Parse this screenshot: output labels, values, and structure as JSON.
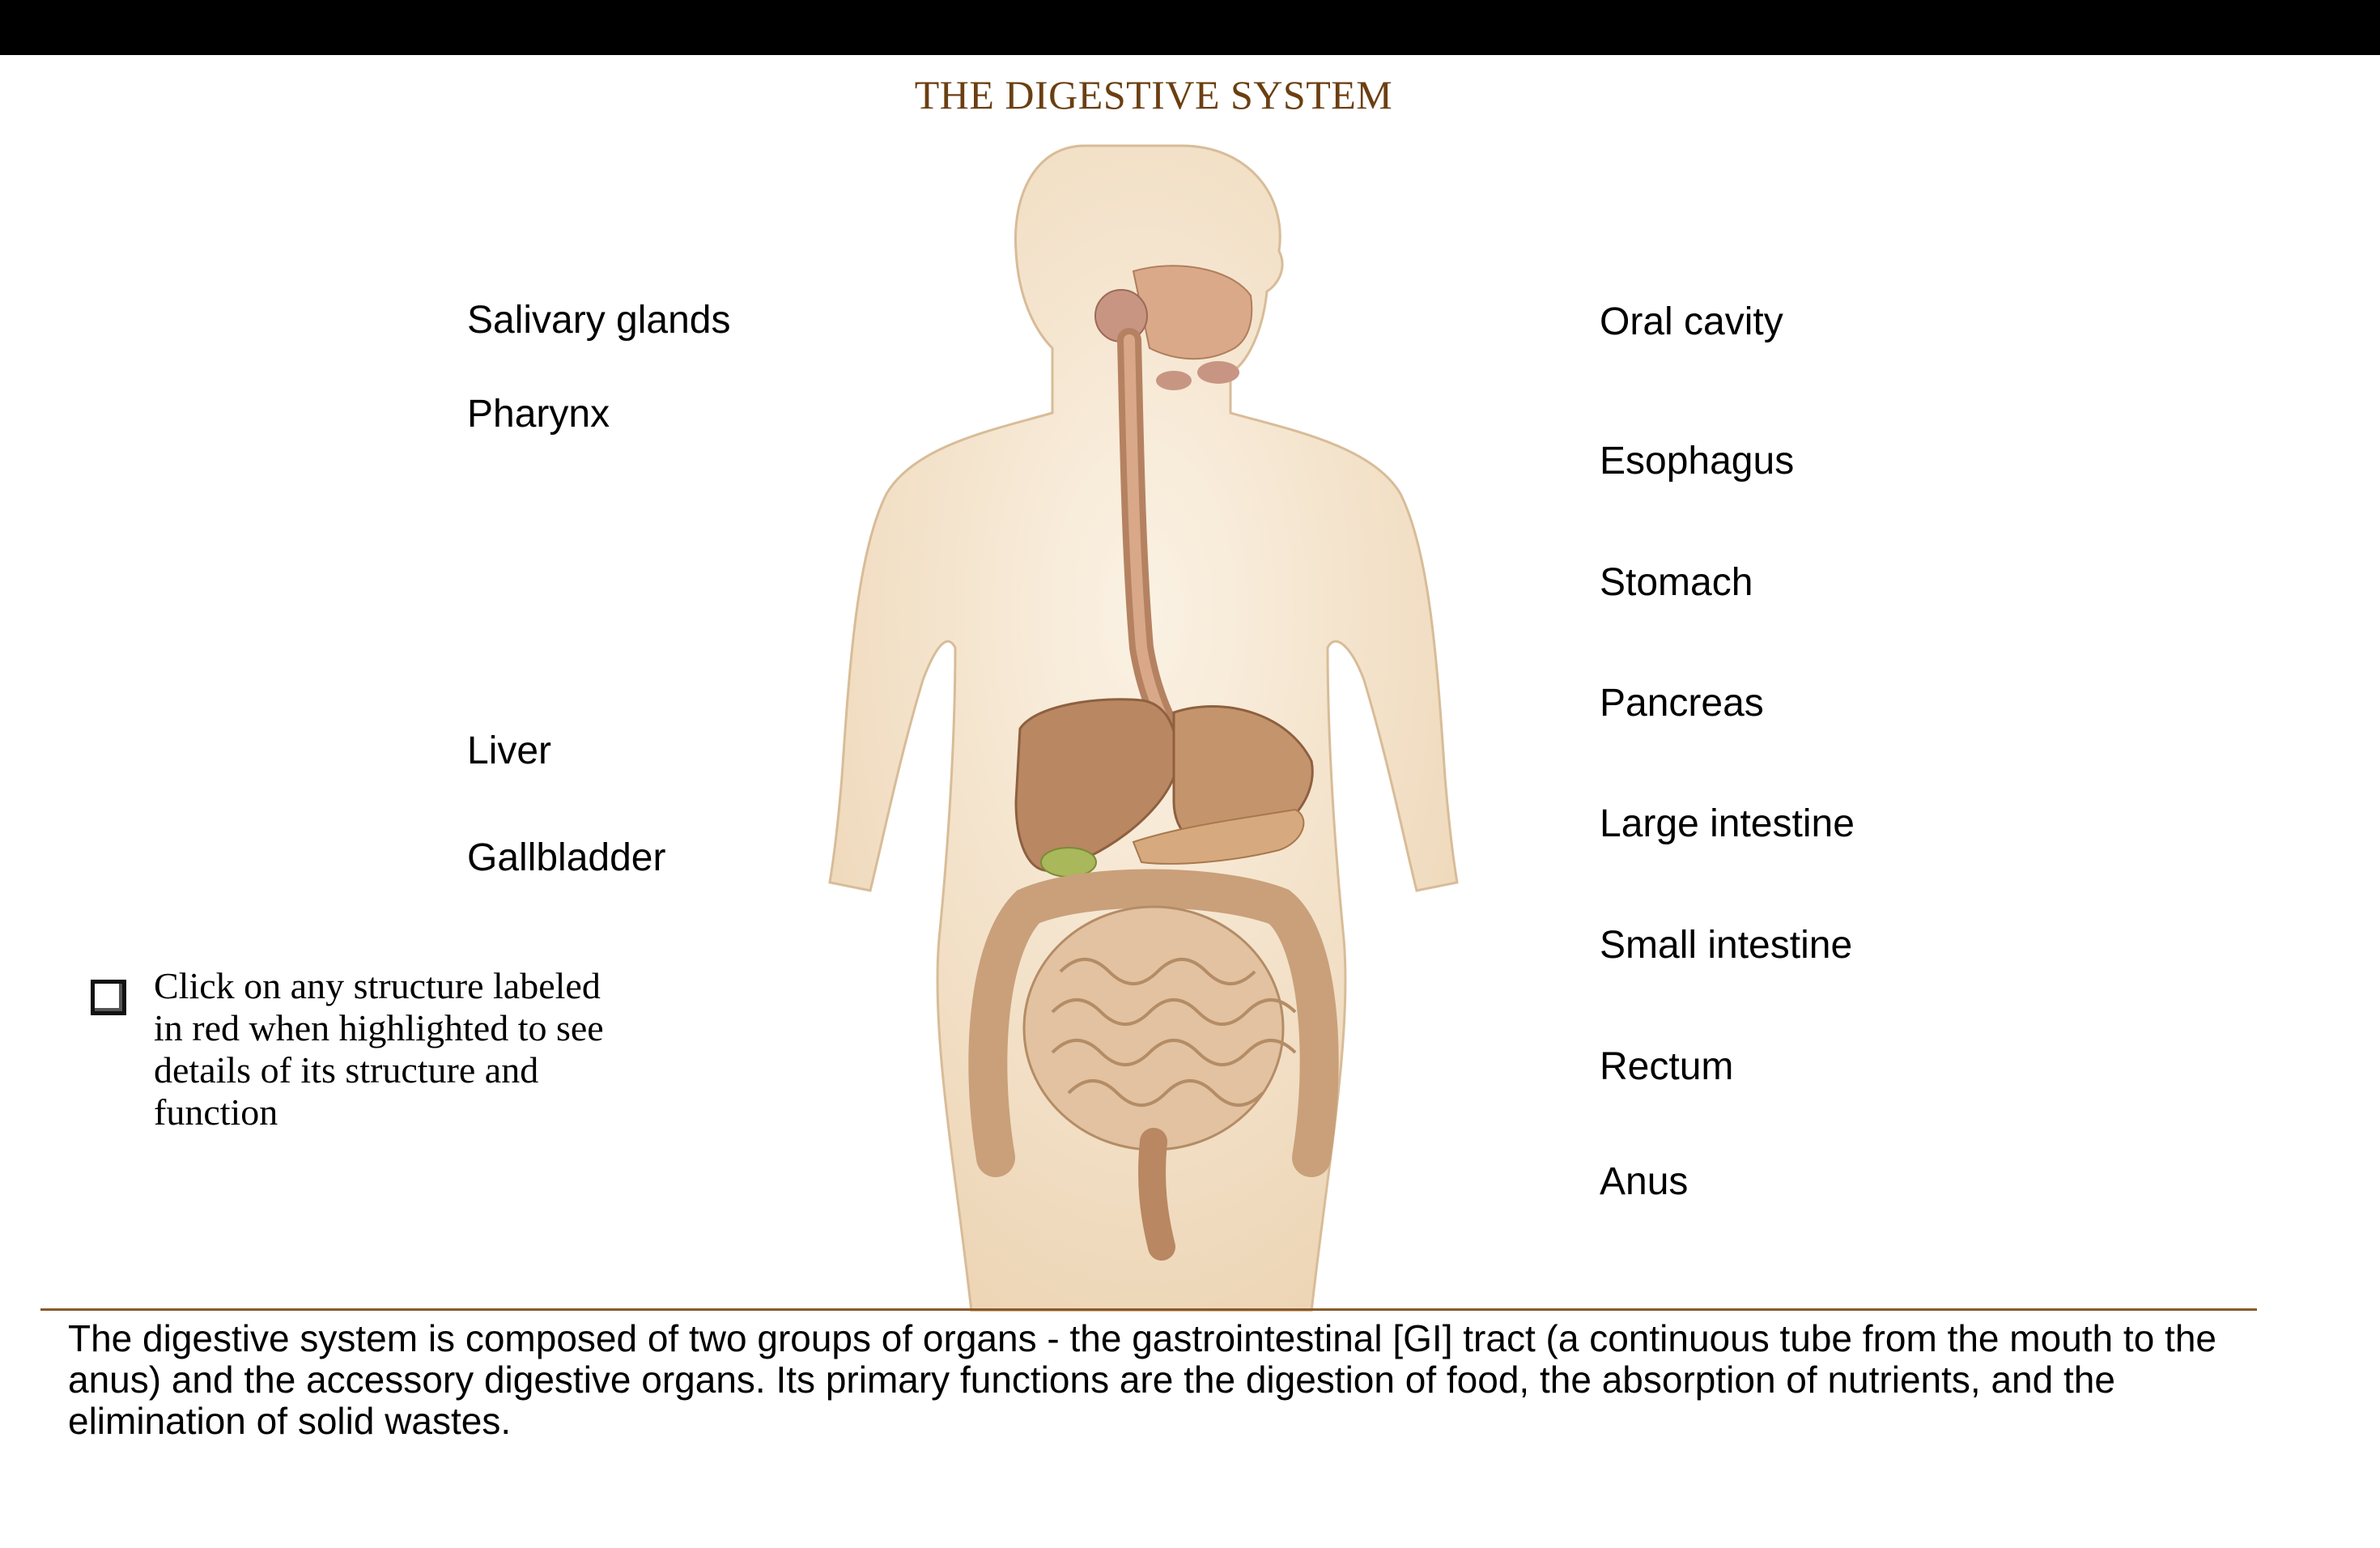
{
  "title": "THE DIGESTIVE SYSTEM",
  "labels_left": [
    "Salivary glands",
    "Pharynx",
    "Liver",
    "Gallbladder"
  ],
  "labels_right": [
    "Oral cavity",
    "Esophagus",
    "Stomach",
    "Pancreas",
    "Large intestine",
    "Small intestine",
    "Rectum",
    "Anus"
  ],
  "note": "Click on any structure labeled in red when highlighted to see details of its structure and function",
  "description": "The digestive system is composed of two groups of organs - the gastrointestinal [GI] tract (a continuous tube from the mouth to the anus) and the accessory digestive organs. Its primary functions are the digestion of food, the absorption of nutrients, and the elimination of solid wastes.",
  "colors": {
    "title": "#6b3f12",
    "divider": "#8a5a2b",
    "skin": "#f3e2c9",
    "organ": "#b98762",
    "intestine": "#d9b690",
    "colon": "#c9a07a",
    "gallbladder": "#a8b85a"
  }
}
